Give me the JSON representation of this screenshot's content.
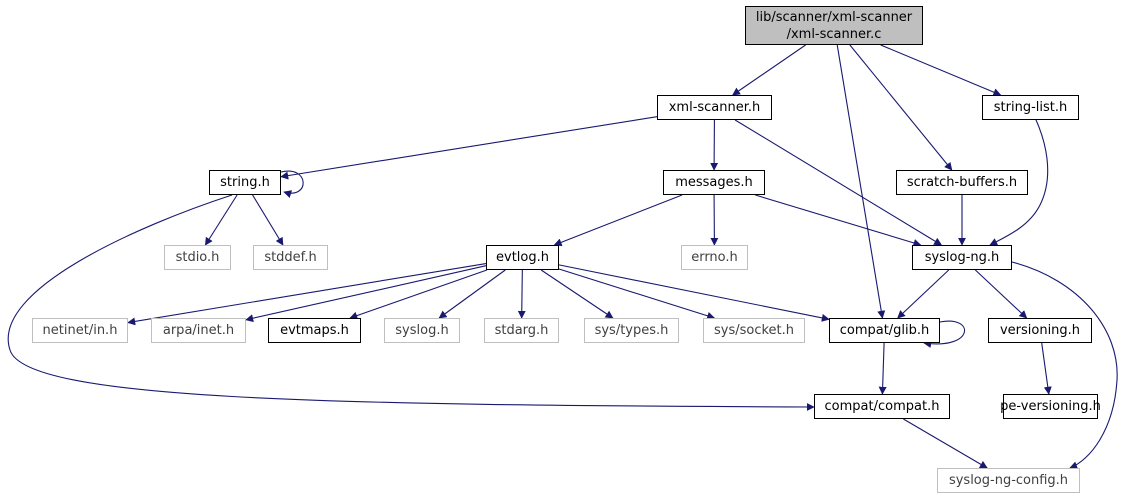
{
  "graph": {
    "nodes": [
      {
        "id": "root",
        "label": "lib/scanner/xml-scanner\n/xml-scanner.c",
        "kind": "root"
      },
      {
        "id": "xmlscanner",
        "label": "xml-scanner.h",
        "kind": "documented"
      },
      {
        "id": "stringlist",
        "label": "string-list.h",
        "kind": "documented"
      },
      {
        "id": "string",
        "label": "string.h",
        "kind": "documented"
      },
      {
        "id": "messages",
        "label": "messages.h",
        "kind": "documented"
      },
      {
        "id": "scratch",
        "label": "scratch-buffers.h",
        "kind": "documented"
      },
      {
        "id": "stdio",
        "label": "stdio.h",
        "kind": "external"
      },
      {
        "id": "stddef",
        "label": "stddef.h",
        "kind": "external"
      },
      {
        "id": "evtlog",
        "label": "evtlog.h",
        "kind": "documented"
      },
      {
        "id": "errno",
        "label": "errno.h",
        "kind": "external"
      },
      {
        "id": "syslogng",
        "label": "syslog-ng.h",
        "kind": "documented"
      },
      {
        "id": "netinet",
        "label": "netinet/in.h",
        "kind": "external"
      },
      {
        "id": "arpa",
        "label": "arpa/inet.h",
        "kind": "external"
      },
      {
        "id": "evtmaps",
        "label": "evtmaps.h",
        "kind": "documented"
      },
      {
        "id": "syslog",
        "label": "syslog.h",
        "kind": "external"
      },
      {
        "id": "stdarg",
        "label": "stdarg.h",
        "kind": "external"
      },
      {
        "id": "systypes",
        "label": "sys/types.h",
        "kind": "external"
      },
      {
        "id": "syssocket",
        "label": "sys/socket.h",
        "kind": "external"
      },
      {
        "id": "glib",
        "label": "compat/glib.h",
        "kind": "documented"
      },
      {
        "id": "versioning",
        "label": "versioning.h",
        "kind": "documented"
      },
      {
        "id": "compat",
        "label": "compat/compat.h",
        "kind": "documented"
      },
      {
        "id": "peversioning",
        "label": "pe-versioning.h",
        "kind": "documented"
      },
      {
        "id": "config",
        "label": "syslog-ng-config.h",
        "kind": "external"
      }
    ],
    "edges": [
      [
        "root",
        "xmlscanner"
      ],
      [
        "root",
        "stringlist"
      ],
      [
        "root",
        "scratch"
      ],
      [
        "root",
        "glib"
      ],
      [
        "xmlscanner",
        "string"
      ],
      [
        "xmlscanner",
        "messages"
      ],
      [
        "xmlscanner",
        "syslogng"
      ],
      [
        "stringlist",
        "syslogng"
      ],
      [
        "scratch",
        "syslogng"
      ],
      [
        "string",
        "string"
      ],
      [
        "string",
        "stdio"
      ],
      [
        "string",
        "stddef"
      ],
      [
        "string",
        "compat"
      ],
      [
        "messages",
        "evtlog"
      ],
      [
        "messages",
        "errno"
      ],
      [
        "messages",
        "syslogng"
      ],
      [
        "evtlog",
        "netinet"
      ],
      [
        "evtlog",
        "arpa"
      ],
      [
        "evtlog",
        "evtmaps"
      ],
      [
        "evtlog",
        "syslog"
      ],
      [
        "evtlog",
        "stdarg"
      ],
      [
        "evtlog",
        "systypes"
      ],
      [
        "evtlog",
        "syssocket"
      ],
      [
        "evtlog",
        "glib"
      ],
      [
        "syslogng",
        "glib"
      ],
      [
        "syslogng",
        "versioning"
      ],
      [
        "syslogng",
        "config"
      ],
      [
        "glib",
        "glib"
      ],
      [
        "glib",
        "compat"
      ],
      [
        "versioning",
        "peversioning"
      ],
      [
        "compat",
        "config"
      ]
    ],
    "colors": {
      "edge": "#191970",
      "node_border": "#000000",
      "external_border": "#bfbfbf",
      "root_fill": "#bfbfbf"
    }
  }
}
